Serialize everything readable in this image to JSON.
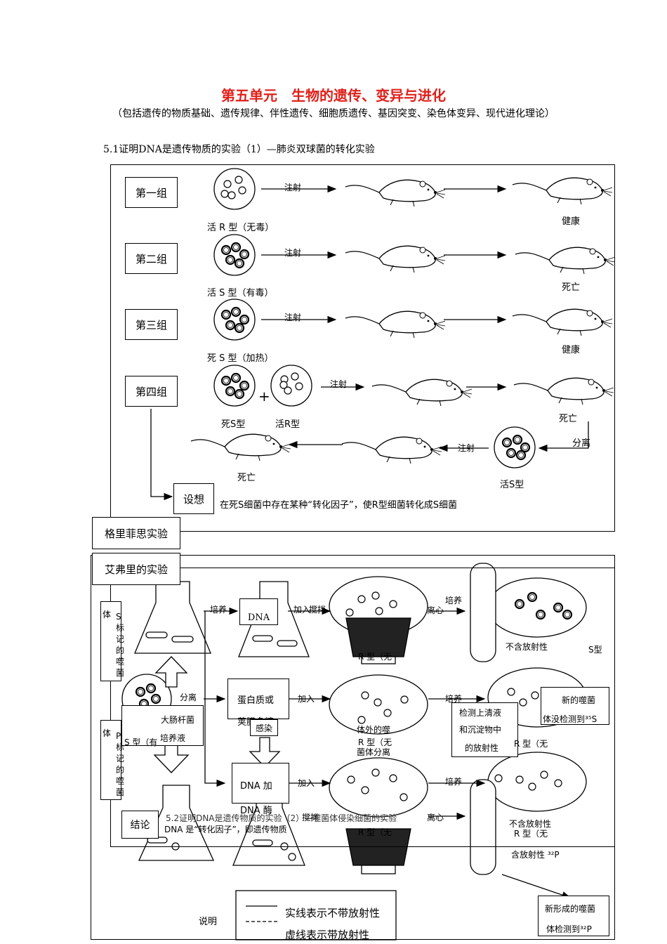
{
  "heading": {
    "title": "第五单元　生物的遗传、变异与进化",
    "subtitle": "（包括遗传的物质基础、遗传规律、伴性遗传、细胞质遗传、基因突变、染色体变异、现代进化理论）",
    "section": "5.1证明DNA是遗传物质的实验（1）—肺炎双球菌的转化实验"
  },
  "griffith": {
    "caption": "格里菲思实验",
    "groups": [
      {
        "name": "第一组",
        "sample": "活 R 型（无毒）",
        "action": "注射",
        "result": "健康"
      },
      {
        "name": "第二组",
        "sample": "活 S 型（有毒）",
        "action": "注射",
        "result": "死亡"
      },
      {
        "name": "第三组",
        "sample": "死 S 型（加热）",
        "action": "注射",
        "result": "健康"
      },
      {
        "name": "第四组",
        "sample_a": "死S型",
        "plus": "+",
        "sample_b": "活R型",
        "action": "注射",
        "result": "死亡"
      }
    ],
    "separate": "分离",
    "live_s": "活S型",
    "inject2": "注射",
    "dead2": "死亡",
    "hypothesis_label": "设想",
    "hypothesis": "在死S细菌中存在某种“转化因子”，使R型细菌转化成S细菌"
  },
  "avery": {
    "caption": "艾弗里的实验",
    "left_labels": [
      "体",
      "S标记的噬菌",
      "体",
      "P标记的噬菌"
    ],
    "culture": "培养",
    "dna": "DNA",
    "add": "加入",
    "stir": "搅拌",
    "centrifuge": "离心",
    "no_radio": "不含放射性",
    "s_type": "S型",
    "r_none": "R 型（无",
    "separate": "分离",
    "ecoli": "大肠杆菌",
    "medium": "培养液",
    "s_type_toxic": "S 型（有",
    "protein": "蛋白质或",
    "capsule": "荚膜多糖",
    "infect": "感染",
    "in_vitro": "体外的噬",
    "phage_sep": "菌体分离",
    "detect": [
      "检测上清液",
      "和沉淀物中",
      "的放射性"
    ],
    "new_phage_35s": [
      "新的噬菌",
      "体没检测到³⁵S"
    ],
    "dna_add": "DNA 加",
    "dna_enzyme": "DNA 酶",
    "conclusion_label": "结论",
    "conclusion": "DNA 是“转化因子”，即遗传物质",
    "overlap_line": "5.2证明DNA是遗传物质的实验（2）—噬菌体侵染细菌的实验",
    "contains_32p": "含放射性 ³²P",
    "new_phage_32p": [
      "新形成的噬菌",
      "体检测到³²P"
    ],
    "legend_label": "说明",
    "legend_solid": "实线表示不带放射性",
    "legend_dashed": "虚线表示带放射性"
  }
}
